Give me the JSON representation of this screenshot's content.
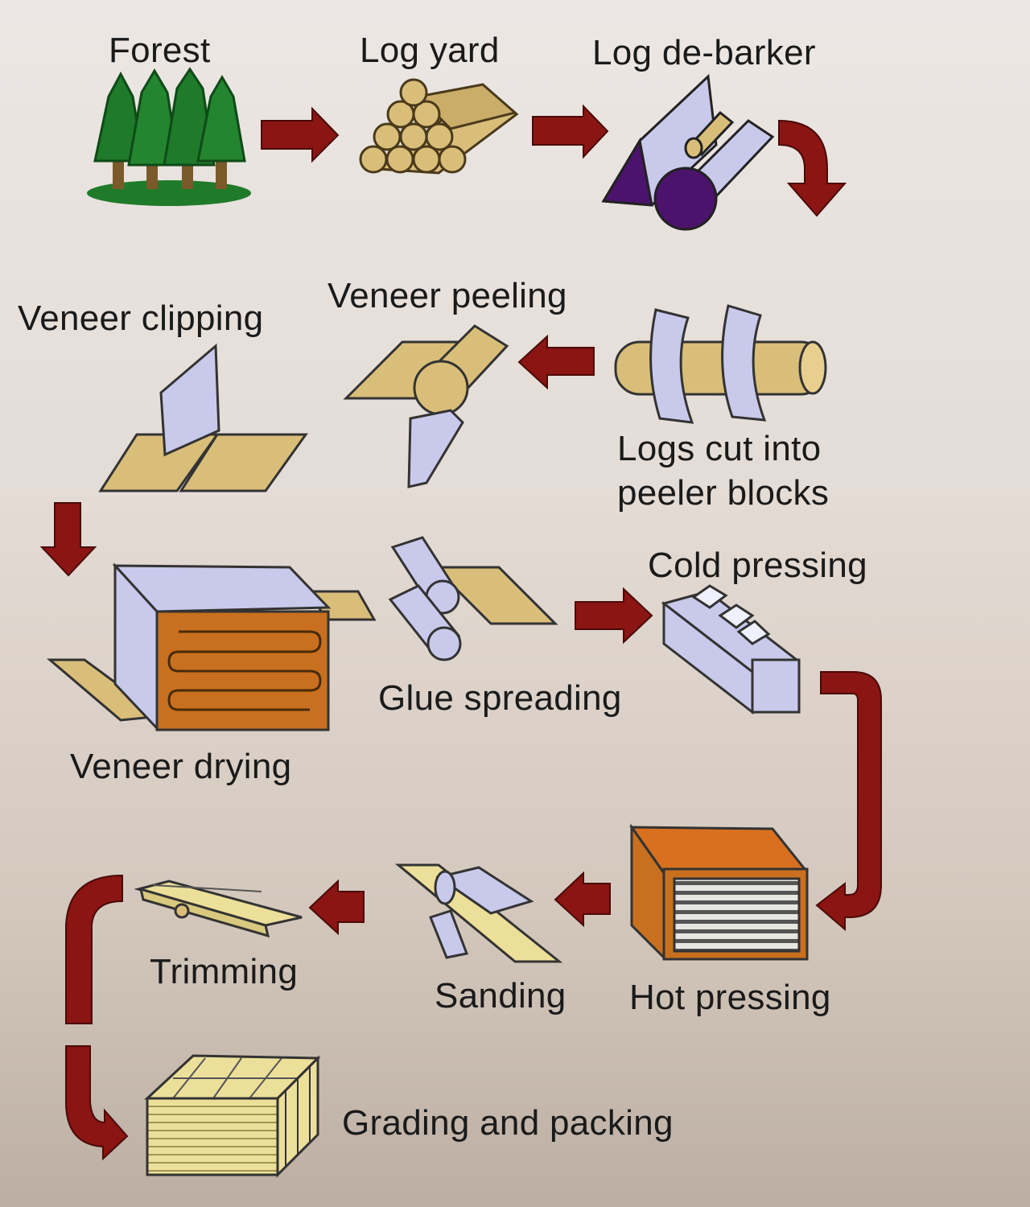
{
  "steps": [
    {
      "id": "forest",
      "label": "Forest"
    },
    {
      "id": "log_yard",
      "label": "Log yard"
    },
    {
      "id": "log_debarker",
      "label": "Log de-barker"
    },
    {
      "id": "logs_cut",
      "label": "Logs cut into\npeeler blocks"
    },
    {
      "id": "veneer_peeling",
      "label": "Veneer peeling"
    },
    {
      "id": "veneer_clipping",
      "label": "Veneer clipping"
    },
    {
      "id": "veneer_drying",
      "label": "Veneer drying"
    },
    {
      "id": "glue_spreading",
      "label": "Glue spreading"
    },
    {
      "id": "cold_pressing",
      "label": "Cold pressing"
    },
    {
      "id": "hot_pressing",
      "label": "Hot pressing"
    },
    {
      "id": "sanding",
      "label": "Sanding"
    },
    {
      "id": "trimming",
      "label": "Trimming"
    },
    {
      "id": "grading_packing",
      "label": "Grading and packing"
    }
  ],
  "colors": {
    "arrow": "#8a1512",
    "wood": "#d9be7a",
    "wood_dark": "#a88c4c",
    "steel": "#c9c9ec",
    "steel_dark": "#8f8fbf",
    "purple": "#4b136b",
    "orange": "#c8701f",
    "tree": "#1f7a2a",
    "veneer": "#ecdf9a"
  }
}
